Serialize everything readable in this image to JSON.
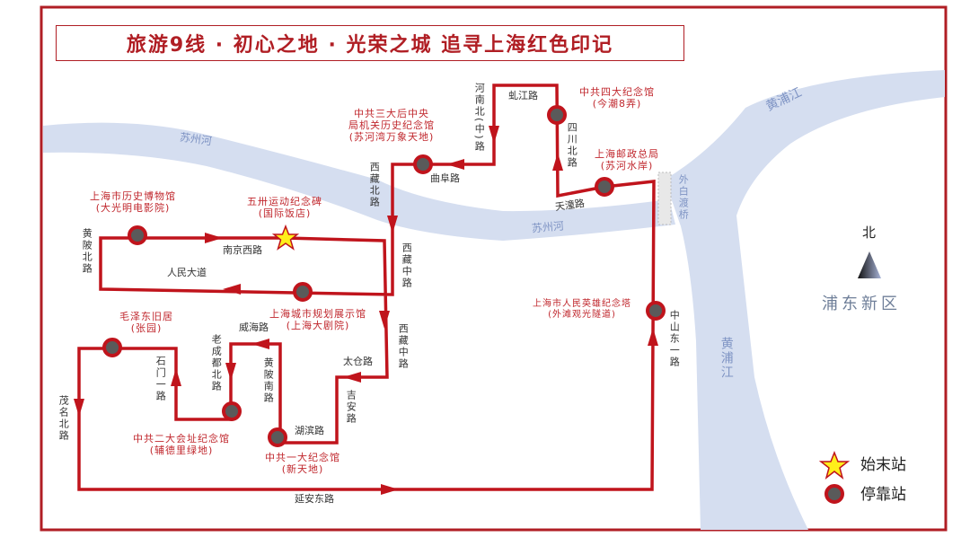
{
  "title": "旅游9线 · 初心之地 · 光荣之城 追寻上海红色印记",
  "colors": {
    "route": "#c0141c",
    "river": "#d5def0",
    "stop_fill": "#5a5a5a",
    "frame": "#b01e24"
  },
  "stops": [
    {
      "name": "五卅运动纪念碑",
      "sub": "(国际饭店)",
      "type": "terminal"
    },
    {
      "name": "上海市历史博物馆",
      "sub": "(大光明电影院)"
    },
    {
      "name": "上海城市规划展示馆",
      "sub": "(上海大剧院)"
    },
    {
      "name": "毛泽东旧居",
      "sub": "(张园)"
    },
    {
      "name": "中共二大会址纪念馆",
      "sub": "(辅德里绿地)"
    },
    {
      "name": "中共一大纪念馆",
      "sub": "(新天地)"
    },
    {
      "name": "中共三大后中央",
      "name2": "局机关历史纪念馆",
      "sub": "(苏河湾万象天地)"
    },
    {
      "name": "中共四大纪念馆",
      "sub": "(今潮8弄)"
    },
    {
      "name": "上海邮政总局",
      "sub": "(苏河水岸)"
    },
    {
      "name": "上海市人民英雄纪念塔",
      "sub": "(外滩观光隧道)"
    }
  ],
  "roads": {
    "nanjing_w": "南京西路",
    "renmin": "人民大道",
    "huangpi_n": "黄陂北路",
    "xizang_n": "西藏北路",
    "xizang_m1": "西藏中路",
    "xizang_m2": "西藏中路",
    "taicang": "太仓路",
    "jian": "吉安路",
    "hubin": "湖滨路",
    "huangpi_s": "黄陂南路",
    "weihai": "威海路",
    "laochengdu": "老成都北路",
    "shimen": "石门一路",
    "maoming": "茂名北路",
    "yanan_e": "延安东路",
    "zhongshan": "中山东一路",
    "qufu": "曲阜路",
    "henan": "河南北(中)路",
    "qiujiang": "虬江路",
    "sichuan": "四川北路",
    "tiantong": "天潼路",
    "waibaidu": "外白渡桥"
  },
  "rivers": {
    "suzhou1": "苏州河",
    "suzhou2": "苏州河",
    "huangpu1": "黄浦江",
    "huangpu2": "黄浦江"
  },
  "district": "浦东新区",
  "north": "北",
  "legend": {
    "terminal": "始末站",
    "stop": "停靠站"
  }
}
